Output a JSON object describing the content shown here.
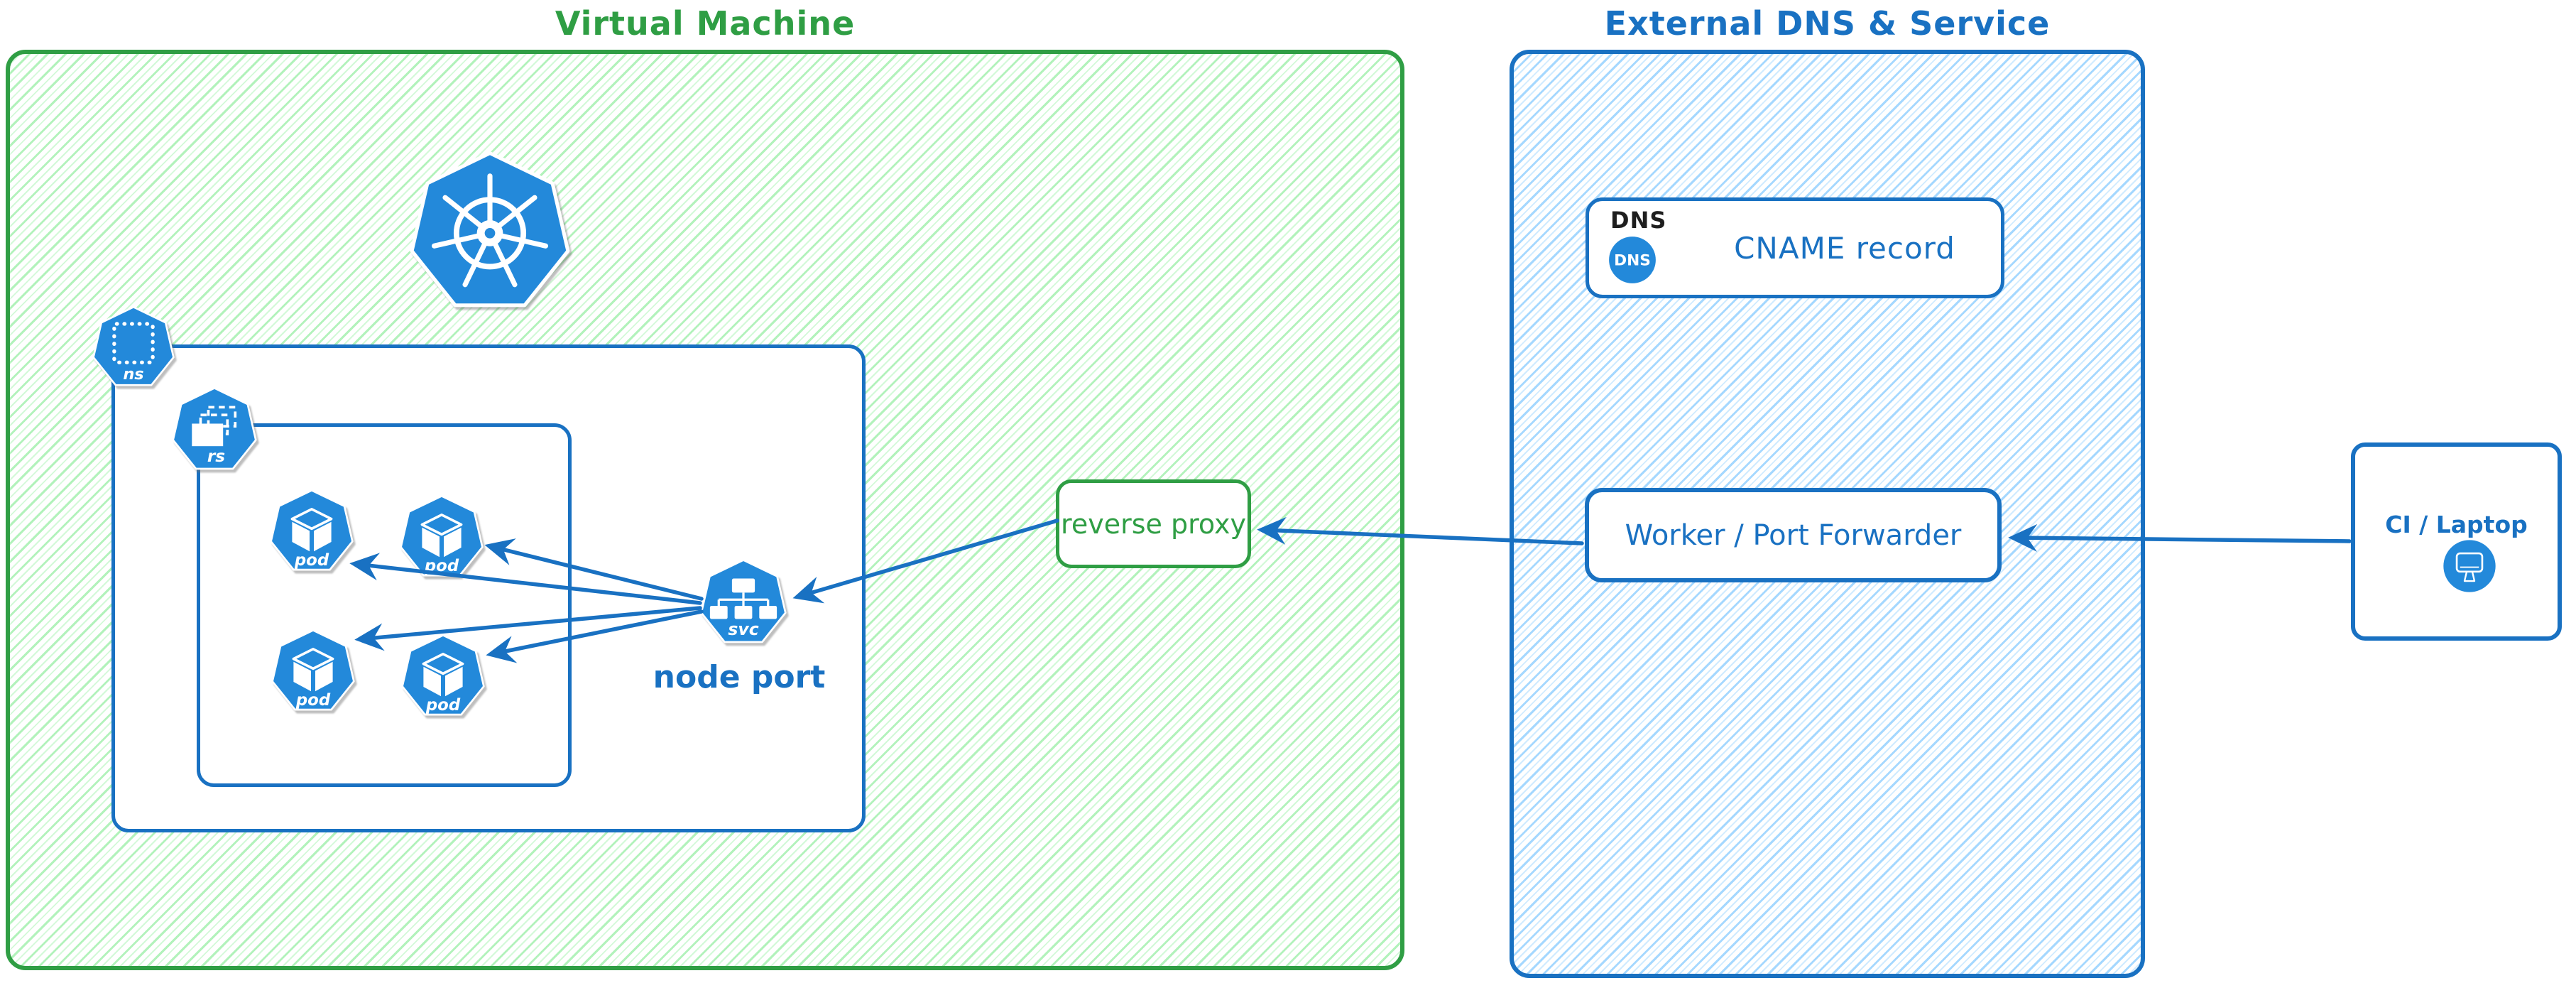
{
  "diagram": {
    "virtual_machine": {
      "title": "Virtual Machine",
      "kubernetes_icon": "kubernetes-logo",
      "namespace_icon_label": "ns",
      "replicaset_icon_label": "rs",
      "service_icon_label": "svc",
      "service_caption": "node port",
      "pods": [
        {
          "label": "pod"
        },
        {
          "label": "pod"
        },
        {
          "label": "pod"
        },
        {
          "label": "pod"
        }
      ],
      "reverse_proxy_label": "reverse proxy"
    },
    "external_dns_service": {
      "title": "External DNS & Service",
      "dns_group_label": "DNS",
      "dns_badge_label": "DNS",
      "cname_label": "CNAME record",
      "worker_label": "Worker / Port Forwarder"
    },
    "client": {
      "label": "CI / Laptop"
    },
    "connections": [
      {
        "from": "node-port-service",
        "to": "pod-1"
      },
      {
        "from": "node-port-service",
        "to": "pod-2"
      },
      {
        "from": "node-port-service",
        "to": "pod-3"
      },
      {
        "from": "node-port-service",
        "to": "pod-4"
      },
      {
        "from": "reverse-proxy",
        "to": "node-port-service"
      },
      {
        "from": "worker-port-forwarder",
        "to": "reverse-proxy"
      },
      {
        "from": "ci-laptop",
        "to": "worker-port-forwarder"
      }
    ],
    "colors": {
      "green_stroke": "#2f9e44",
      "green_hatch": "#b2f2bb",
      "blue_stroke": "#1971c2",
      "blue_hatch": "#a5d8ff",
      "icon_blue": "#2389da",
      "label_black": "#1e1e1e"
    }
  }
}
